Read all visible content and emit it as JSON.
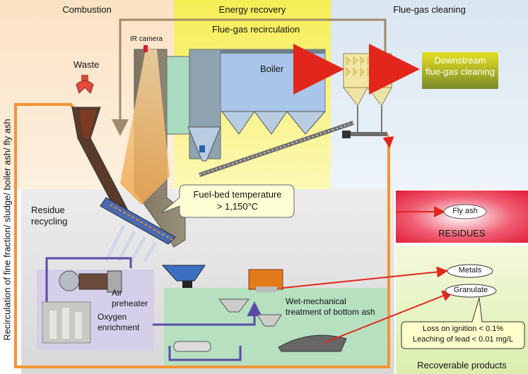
{
  "zones": {
    "combustion": "Combustion",
    "energy_recovery": "Energy recovery",
    "flue_gas_cleaning": "Flue-gas cleaning",
    "residue_recycling": "Residue\nrecycling"
  },
  "labels": {
    "flue_gas_recirculation": "Flue-gas recirculation",
    "ir_camera": "IR camera",
    "waste": "Waste",
    "boiler": "Boiler",
    "downstream": "Downstream\nflue-gas cleaning",
    "fuel_bed": "Fuel-bed temperature\n> 1,150°C",
    "fly_ash": "Fly ash",
    "residues": "RESIDUES",
    "metals": "Metals",
    "granulate": "Granulate",
    "quality": "Loss on ignition < 0.1%\nLeaching of lead < 0.01 mg/L",
    "recoverable_products": "Recoverable products",
    "air_preheater": "Air\npreheater",
    "oxygen_enrichment": "Oxygen\nenrichment",
    "wet_mechanical": "Wet-mechanical\ntreatment of bottom ash",
    "recirculation": "Recirculation of fine fraction/ sludge/ boiler ash/ fly ash"
  },
  "colors": {
    "combustion_bg": "#fbe7cf",
    "energy_bg": "#f6f27a",
    "cleaning_bg": "#e3edf5",
    "residue_bg": "#e6e6e6",
    "air_bg": "#d4cfe8",
    "wet_bg": "#b8e0c2",
    "residues_panel": "#e8213b",
    "products_panel": "#e6f3bf",
    "recirc_line": "#f29433",
    "arrow_red": "#e3261c",
    "pipe_blue": "#5a4aa8",
    "boiler_blue": "#a9c6ea"
  }
}
